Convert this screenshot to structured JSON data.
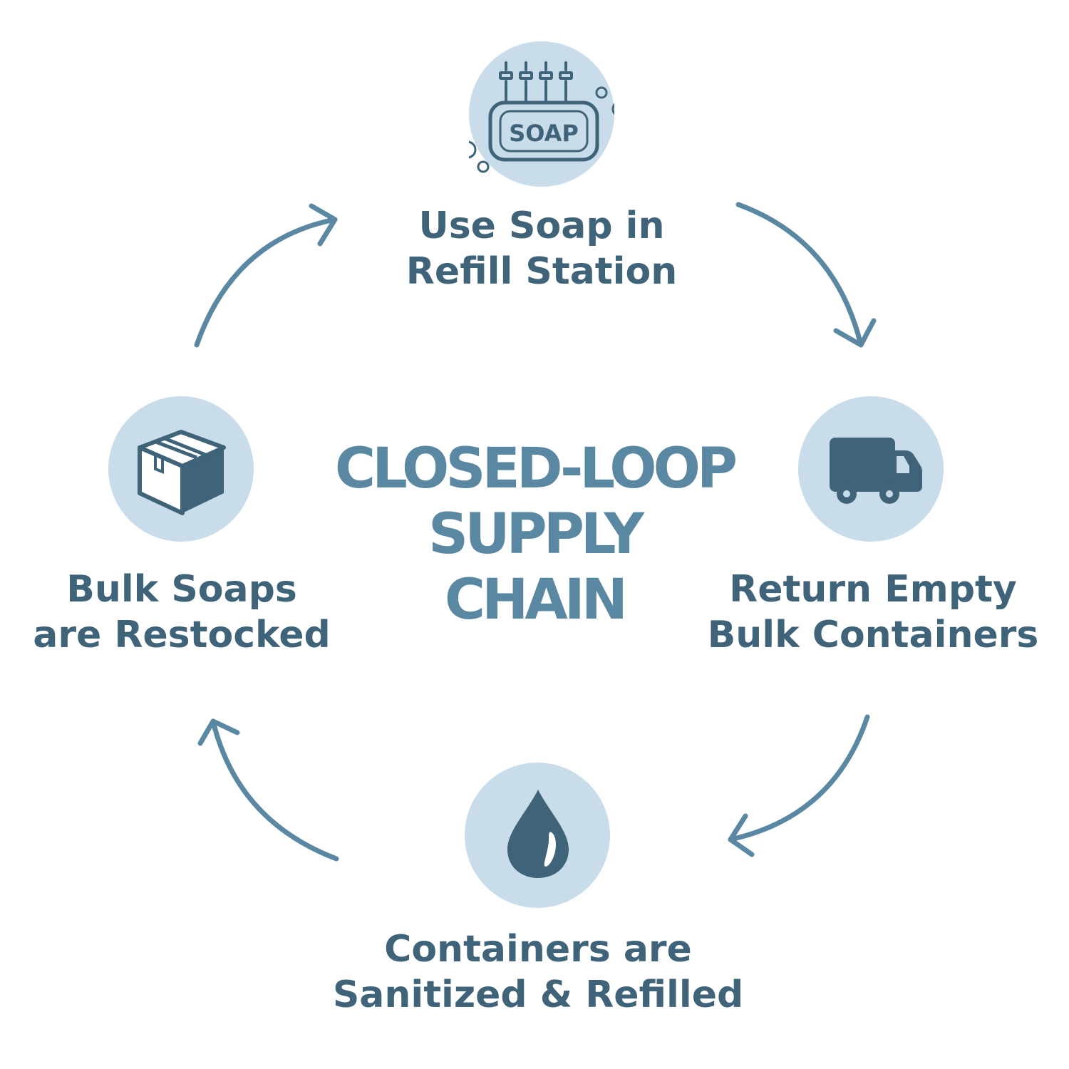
{
  "center_title": {
    "line1": "CLOSED-LOOP",
    "line2": "SUPPLY",
    "line3": "CHAIN"
  },
  "steps": [
    {
      "line1": "Use Soap in",
      "line2": "Refill Station",
      "icon": "soap-refill-station-icon",
      "icon_text": "SOAP"
    },
    {
      "line1": "Return Empty",
      "line2": "Bulk Containers",
      "icon": "delivery-truck-icon"
    },
    {
      "line1": "Containers are",
      "line2": "Sanitized & Refilled",
      "icon": "water-drop-icon"
    },
    {
      "line1": "Bulk Soaps",
      "line2": "are Restocked",
      "icon": "package-box-icon"
    }
  ],
  "colors": {
    "label_text": "#3f6378",
    "title_text": "#5a88a3",
    "icon_circle": "#c8dce9",
    "icon_fill": "#3f6378",
    "arrow": "#5a88a3",
    "background": "#ffffff"
  }
}
